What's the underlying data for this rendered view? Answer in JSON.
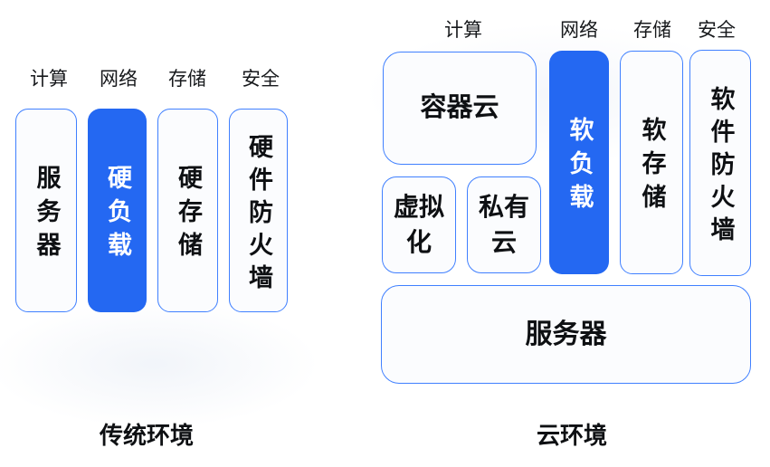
{
  "diagram": {
    "colors": {
      "accent_blue": "#2468F2",
      "border_blue": "#4080FF",
      "box_fill": "#FBFCFE",
      "text_dark": "#0E1013"
    },
    "traditional": {
      "title": "传统环境",
      "columns": [
        "计算",
        "网络",
        "存储",
        "安全"
      ],
      "server": "服务器",
      "hard_load_balancer": "硬负载",
      "hard_storage": "硬存储",
      "hardware_firewall": "硬件防火墙"
    },
    "cloud": {
      "title": "云环境",
      "columns": [
        "计算",
        "网络",
        "存储",
        "安全"
      ],
      "container_cloud": "容器云",
      "virtualization": "虚拟化",
      "private_cloud": "私有云",
      "soft_load_balancer": "软负载",
      "soft_storage": "软存储",
      "software_firewall": "软件防火墙",
      "server": "服务器"
    }
  }
}
